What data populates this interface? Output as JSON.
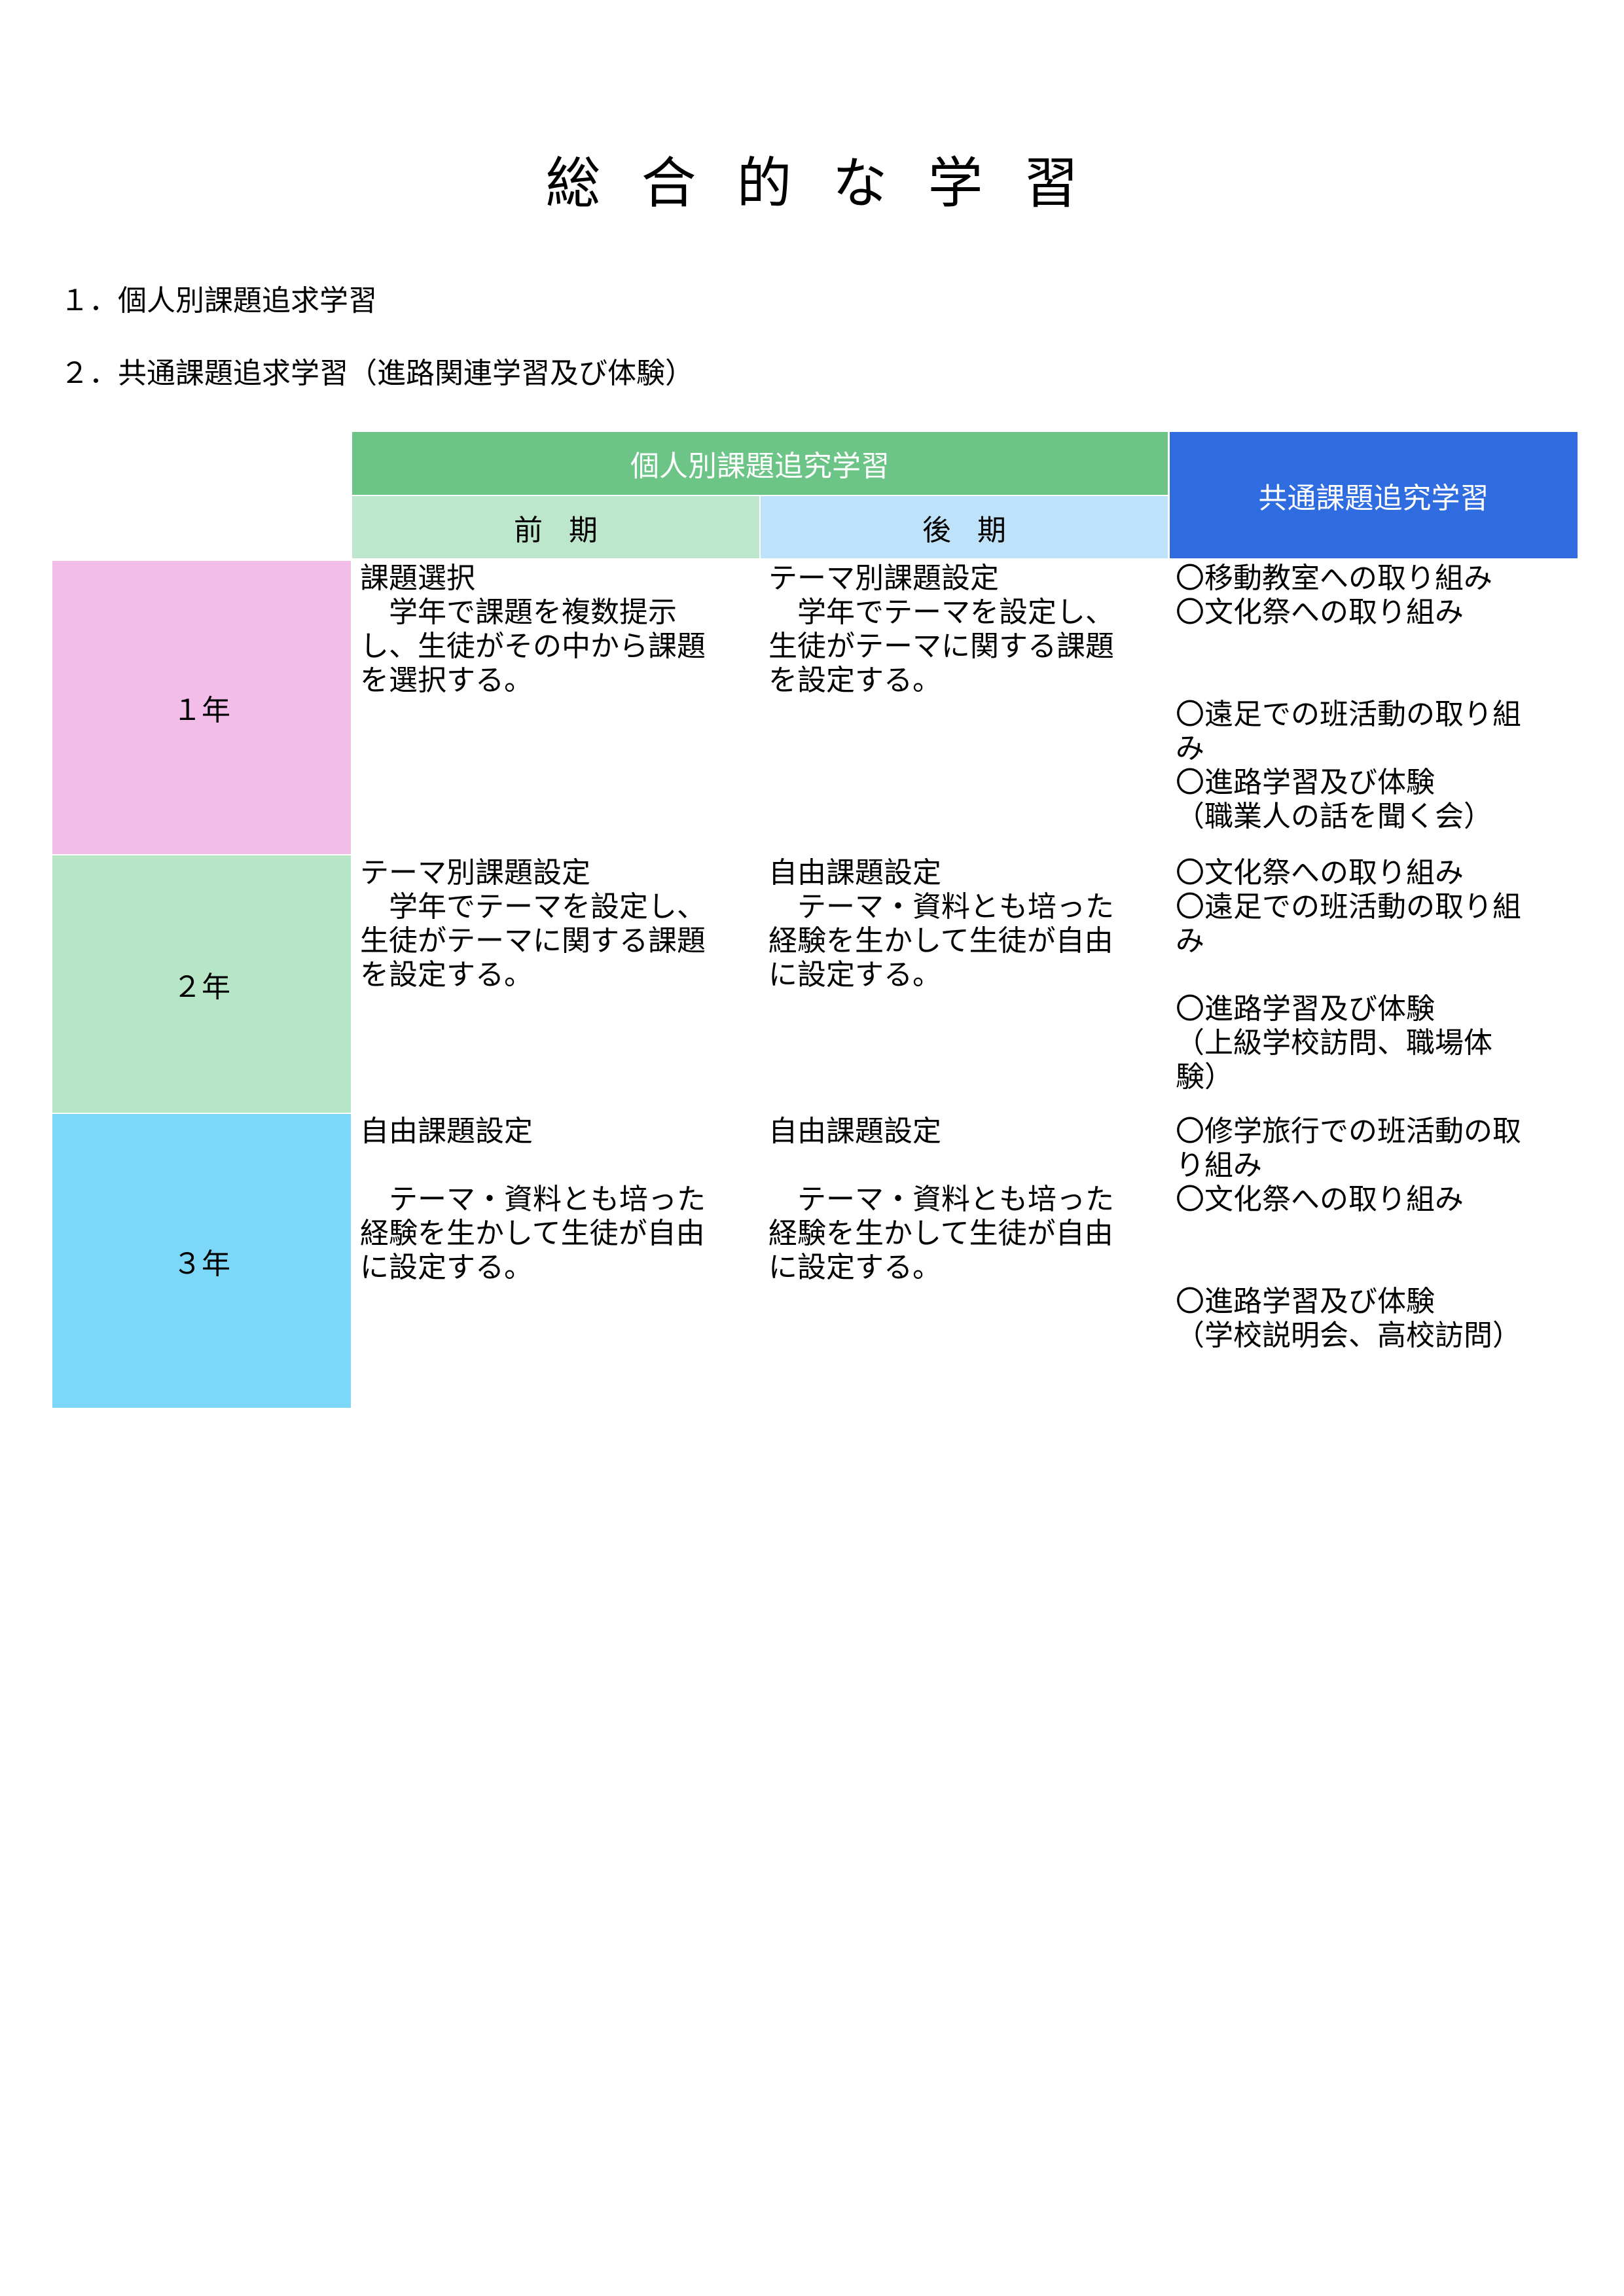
{
  "title": "総合的な学習",
  "headings": [
    "１．個人別課題追求学習",
    "２．共通課題追求学習（進路関連学習及び体験）"
  ],
  "table": {
    "header_kojin": "個人別課題追究学習",
    "header_kyotsu": "共通課題追究学習",
    "header_zenki": "前期",
    "header_koki": "後期",
    "colors": {
      "header_kojin": "#6dc487",
      "header_kyotsu": "#2f6cdf",
      "header_zenki": "#bde7cc",
      "header_koki": "#bfe2fb",
      "year1": "#f2bde9",
      "year2": "#b7e6c6",
      "year3": "#7dd7f8"
    },
    "rows": [
      {
        "year": "１年",
        "zenki": "課題選択\n　学年で課題を複数提示\nし、生徒がその中から課題\nを選択する。",
        "koki": "テーマ別課題設定\n　学年でテーマを設定し、\n生徒がテーマに関する課題\nを設定する。",
        "kyotsu": "〇移動教室への取り組み\n〇文化祭への取り組み\n\n\n〇遠足での班活動の取り組\nみ\n〇進路学習及び体験\n（職業人の話を聞く会）"
      },
      {
        "year": "２年",
        "zenki": "テーマ別課題設定\n　学年でテーマを設定し、\n生徒がテーマに関する課題\nを設定する。",
        "koki": "自由課題設定\n　テーマ・資料とも培った\n経験を生かして生徒が自由\nに設定する。",
        "kyotsu": "〇文化祭への取り組み\n〇遠足での班活動の取り組\nみ\n\n〇進路学習及び体験\n（上級学校訪問、職場体\n験）"
      },
      {
        "year": "３年",
        "zenki": "自由課題設定\n\n　テーマ・資料とも培った\n経験を生かして生徒が自由\nに設定する。",
        "koki": "自由課題設定\n\n　テーマ・資料とも培った\n経験を生かして生徒が自由\nに設定する。",
        "kyotsu": "〇修学旅行での班活動の取\nり組み\n〇文化祭への取り組み\n\n\n〇進路学習及び体験\n（学校説明会、高校訪問）"
      }
    ]
  }
}
